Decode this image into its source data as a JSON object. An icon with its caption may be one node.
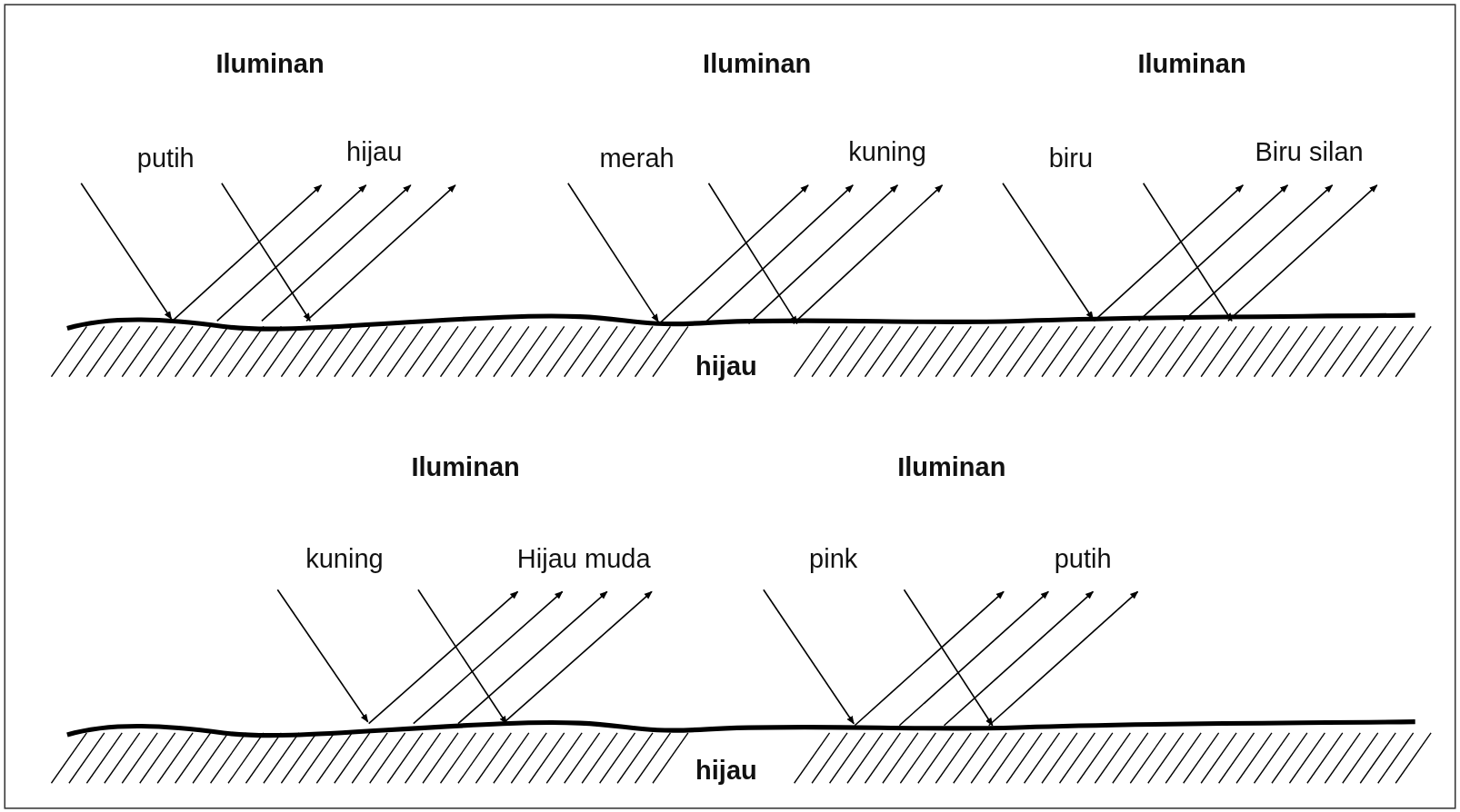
{
  "diagram": {
    "labels": [
      "Iluminan",
      "Iluminan",
      "Iluminan",
      "putih",
      "hijau",
      "merah",
      "kuning",
      "biru",
      "Biru silan",
      "hijau",
      "Iluminan",
      "Iluminan",
      "kuning",
      "Hijau muda",
      "pink",
      "putih",
      "hijau"
    ]
  }
}
